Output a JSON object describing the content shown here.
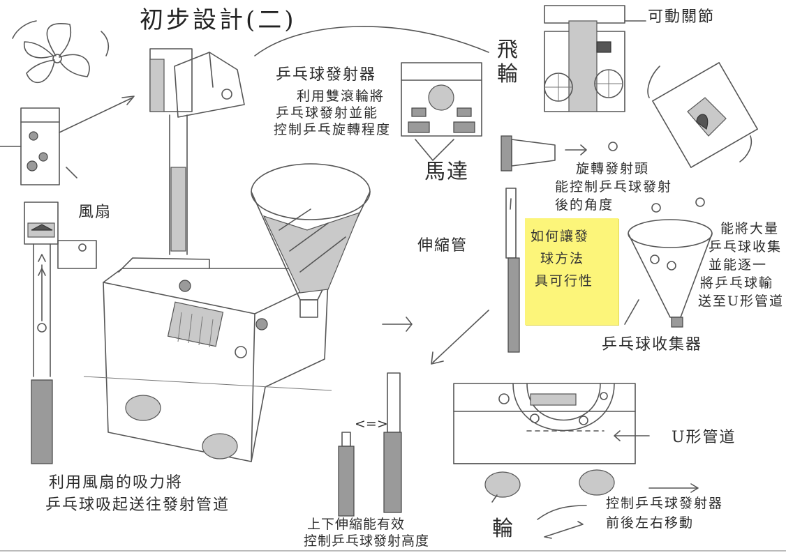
{
  "title": "初步設計(二)",
  "labels": {
    "launcher": "乒乓球發射器",
    "launcher_desc": [
      "利用雙滾輪將",
      "乒乓球發射並能",
      "控制乒乓旋轉程度"
    ],
    "movable_joint": "可動關節",
    "flywheel": "飛輪",
    "motor": "馬達",
    "spin_head": [
      "旋轉發射頭",
      "能控制乒乓球發射",
      "後的角度"
    ],
    "telescopic_tube": "伸縮管",
    "fan": "風扇",
    "fan_desc": [
      "利用風扇的吸力將",
      "乒乓球吸起送往發射管道"
    ],
    "telescopic_note": [
      "上下伸縮能有效",
      "控制乒乓球發射高度"
    ],
    "collector_desc": [
      "能將大量",
      "乒乓球收集",
      "並能逐一",
      "將乒乓球輸",
      "送至U形管道"
    ],
    "collector": "乒乓球收集器",
    "u_pipe": "U形管道",
    "wheels": "輪",
    "move_desc": [
      "控制乒乓球發射器",
      "前後左右移動"
    ],
    "double_arrow": "<=>"
  },
  "sticky_note": [
    "如何讓發",
    "球方法",
    "具可行性"
  ],
  "colors": {
    "sticky_note": "#fcf57a",
    "pencil": "#555555"
  }
}
